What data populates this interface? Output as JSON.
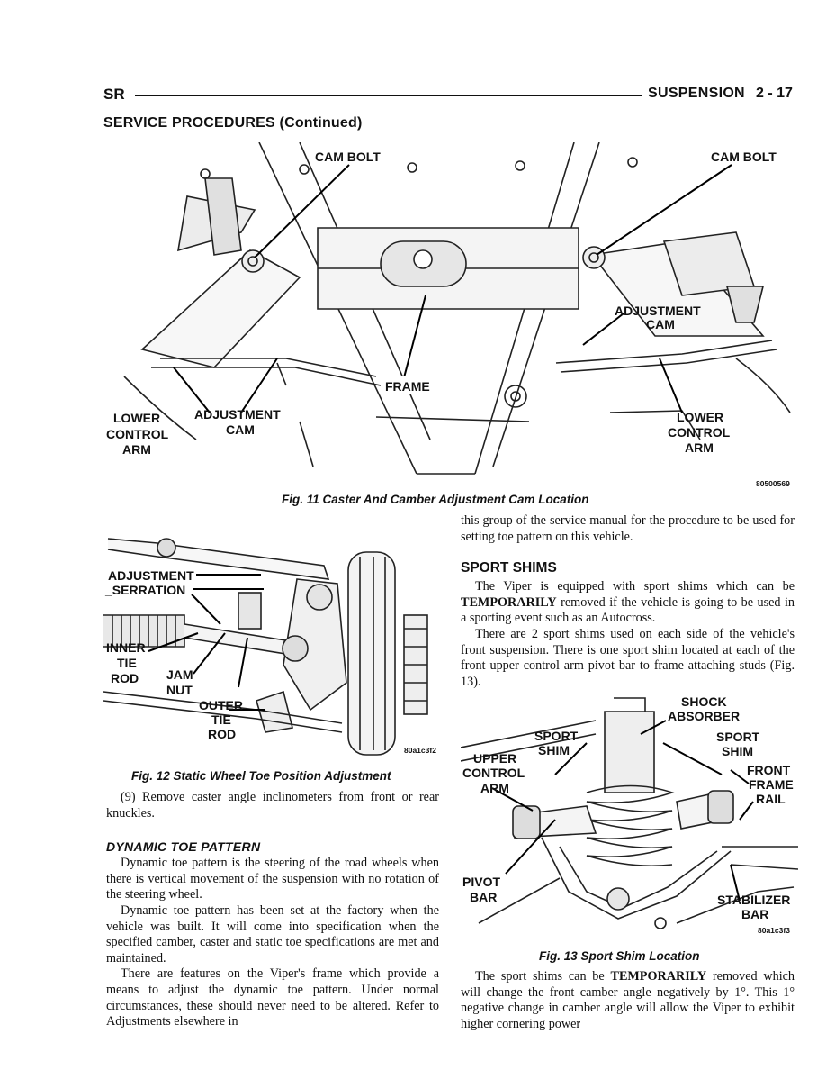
{
  "header": {
    "section_code": "SR",
    "chapter": "SUSPENSION",
    "page": "2 - 17"
  },
  "section_title": "SERVICE PROCEDURES (Continued)",
  "fig11": {
    "labels": {
      "cam_bolt_left": "CAM BOLT",
      "cam_bolt_right": "CAM BOLT",
      "adjustment_cam_right_1": "ADJUSTMENT",
      "adjustment_cam_right_2": "CAM",
      "frame": "FRAME",
      "lower_left_1": "LOWER",
      "lower_left_2": "CONTROL",
      "lower_left_3": "ARM",
      "adjustment_left_1": "ADJUSTMENT",
      "adjustment_left_2": "CAM",
      "lower_right_1": "LOWER",
      "lower_right_2": "CONTROL",
      "lower_right_3": "ARM",
      "code": "80500569"
    },
    "caption": "Fig. 11 Caster And Camber Adjustment Cam Location"
  },
  "fig12": {
    "labels": {
      "adjustment": "ADJUSTMENT",
      "serration": "_SERRATION",
      "inner": "INNER",
      "tie": "TIE",
      "rod": "ROD",
      "jam": "JAM",
      "nut": "NUT",
      "outer": "OUTER",
      "outer_tie": "TIE",
      "outer_rod": "ROD",
      "code": "80a1c3f2"
    },
    "caption": "Fig. 12 Static Wheel Toe Position Adjustment"
  },
  "fig13": {
    "labels": {
      "shock": "SHOCK",
      "absorber": "ABSORBER",
      "sport_l": "SPORT",
      "shim_l": "SHIM",
      "sport_r": "SPORT",
      "shim_r": "SHIM",
      "upper": "UPPER",
      "control": "CONTROL",
      "arm": "ARM",
      "front": "FRONT",
      "frame": "FRAME",
      "rail": "RAIL",
      "pivot": "PIVOT",
      "bar": "BAR",
      "stabilizer": "STABILIZER",
      "stab_bar": "BAR",
      "code": "80a1c3f3"
    },
    "caption": "Fig. 13 Sport Shim Location"
  },
  "left_column": {
    "step9": "(9) Remove caster angle inclinometers from front or rear knuckles.",
    "dynamic_heading": "DYNAMIC TOE PATTERN",
    "p1": "Dynamic toe pattern is the steering of the road wheels when there is vertical movement of the suspension with no rotation of the steering wheel.",
    "p2": "Dynamic toe pattern has been set at the factory when the vehicle was built. It will come into specification when the specified camber, caster and static toe specifications are met and maintained.",
    "p3": "There are features on the Viper's frame which provide a means to adjust the dynamic toe pattern. Under normal circumstances, these should never need to be altered. Refer to Adjustments elsewhere in"
  },
  "right_column": {
    "cont": "this group of the service manual for the procedure to be used for setting toe pattern on this vehicle.",
    "sport_heading": "SPORT SHIMS",
    "p1_a": "The Viper is equipped with sport shims which can be",
    "p1_b": "TEMPORARILY",
    "p1_c": "removed if the vehicle is going to be used in a sporting event such as an Autocross.",
    "p2": "There are 2 sport shims used on each side of the vehicle's front suspension. There is one sport shim located at each of the front upper control arm pivot bar to frame attaching studs (Fig. 13).",
    "p3_a": "The sport shims can be",
    "p3_b": "TEMPORARILY",
    "p3_c": "removed which will change the front camber angle negatively by 1°. This 1° negative change in camber angle will allow the Viper to exhibit higher cornering power"
  }
}
